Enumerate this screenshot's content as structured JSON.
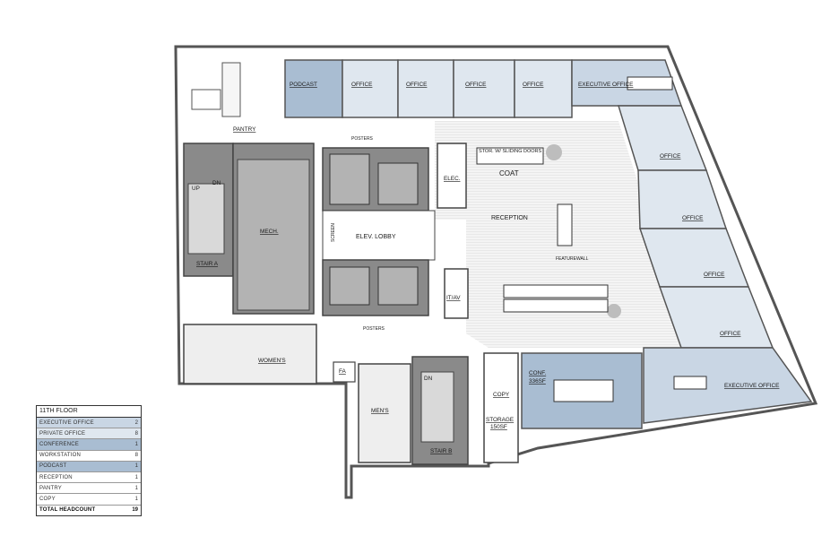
{
  "plan": {
    "floor_title": "11TH FLOOR",
    "rooms": {
      "podcast": "PODCAST",
      "office": "OFFICE",
      "executive_office": "EXECUTIVE OFFICE",
      "pantry": "PANTRY",
      "posters": "POSTERS",
      "stor": "STOR. W/ SLIDING DOORS",
      "coat": "COAT",
      "elec": "ELEC.",
      "reception": "RECEPTION",
      "featurewall": "FEATUREWALL",
      "mech": "MECH.",
      "screen": "SCREEN",
      "elev_lobby": "ELEV. LOBBY",
      "stair_a": "STAIR A",
      "up": "UP",
      "dn": "DN",
      "itav": "IT/AV",
      "womens": "WOMEN'S",
      "mens": "MEN'S",
      "stair_b": "STAIR B",
      "fa": "FA",
      "copy_storage": [
        "COPY",
        "STORAGE",
        "150SF"
      ],
      "conf": [
        "CONF.",
        "336SF"
      ]
    }
  },
  "legend": {
    "title": "11TH FLOOR",
    "rows": [
      {
        "name": "EXECUTIVE OFFICE",
        "count": "2",
        "color": "#c9d6e4"
      },
      {
        "name": "PRIVATE OFFICE",
        "count": "8",
        "color": "#dfe7ef"
      },
      {
        "name": "CONFERENCE",
        "count": "1",
        "color": "#a9bdd2"
      },
      {
        "name": "WORKSTATION",
        "count": "8",
        "color": "#ffffff"
      },
      {
        "name": "PODCAST",
        "count": "1",
        "color": "#a9bdd2"
      },
      {
        "name": "RECEPTION",
        "count": "1",
        "color": "#ffffff"
      },
      {
        "name": "PANTRY",
        "count": "1",
        "color": "#ffffff"
      },
      {
        "name": "COPY",
        "count": "1",
        "color": "#ffffff"
      },
      {
        "name": "TOTAL HEADCOUNT",
        "count": "19",
        "color": "#ffffff"
      }
    ]
  },
  "colors": {
    "office_fill": "#dfe7ef",
    "exec_fill": "#c9d6e4",
    "conf_fill": "#a9bdd2",
    "core_fill": "#8a8a8a",
    "core_light": "#b3b3b3",
    "wall": "#555555"
  }
}
